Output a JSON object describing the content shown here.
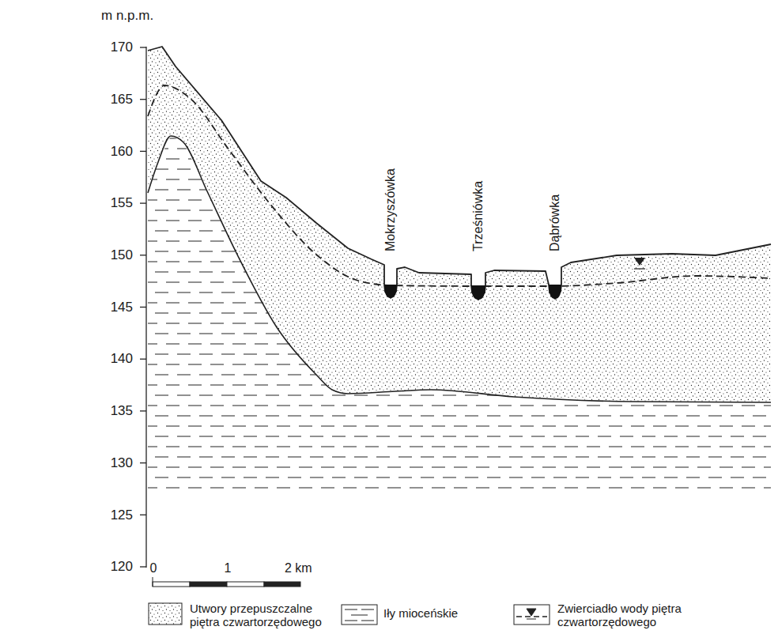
{
  "diagram": {
    "labels": [
      "m n.p.m.",
      "170",
      "165",
      "160",
      "155",
      "150",
      "145",
      "140",
      "135",
      "130",
      "125",
      "120",
      "Mokrzyszówka",
      "Trześniówka",
      "Dąbrówka",
      "0",
      "1",
      "2 km"
    ],
    "legend": [
      {
        "text": "Utwory przepuszczalne piętra czwartorzędowego"
      },
      {
        "text": "Iły mioceńskie"
      },
      {
        "text": "Zwierciadło wody piętra czwartorzędowego"
      }
    ]
  }
}
